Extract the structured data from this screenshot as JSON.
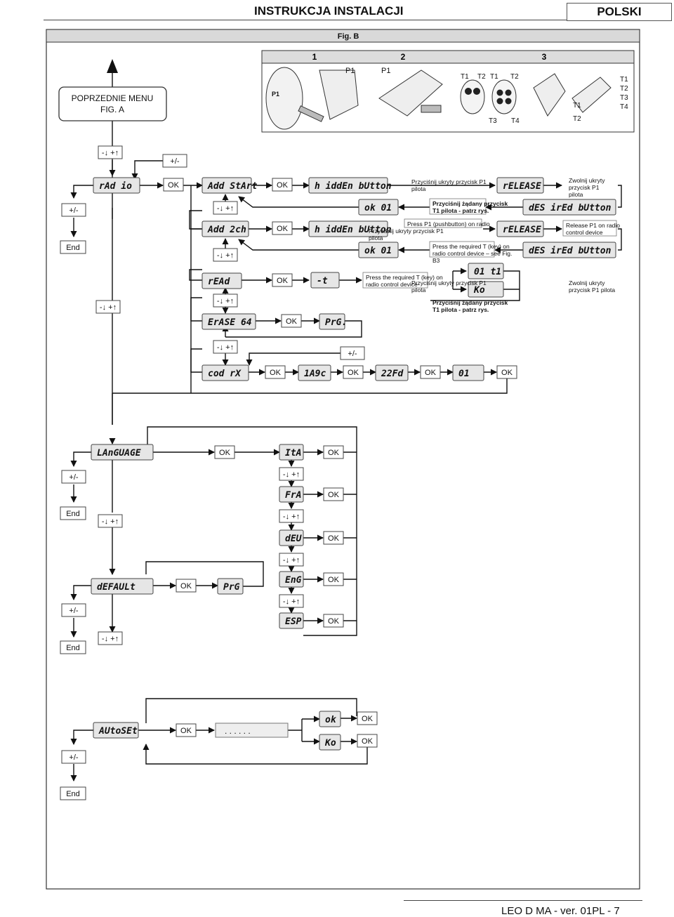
{
  "header": {
    "title": "INSTRUKCJA INSTALACJI",
    "language_tab": "POLSKI"
  },
  "figure": {
    "label": "Fig. B",
    "panels": [
      "1",
      "2",
      "3"
    ]
  },
  "prev_menu": {
    "line1": "POPRZEDNIE MENU",
    "line2": "FIG. A"
  },
  "panel_labels": {
    "p1": "P1",
    "t1": "T1",
    "t2": "T2",
    "t3": "T3",
    "t4": "T4"
  },
  "keys": {
    "down_up": "-↓ +↑",
    "plus_minus": "+/-",
    "ok": "OK",
    "end": "End"
  },
  "lcd": {
    "radio": "rAd io",
    "add_start": "Add StArt",
    "hidden_button": "h iddEn bUtton",
    "release": "rELEASE",
    "ok01": "ok 01",
    "desired_button": "dES irEd bUtton",
    "add_2ch": "Add 2ch",
    "read": "rEAd",
    "dash_t": "-t",
    "t01t1": "01 t1",
    "ko": "Ko",
    "erase64": "ErASE 64",
    "prg_dot": "PrG.",
    "cod_rx": "cod rX",
    "c1a9c": "1A9c",
    "c22fd": "22Fd",
    "c01": "01",
    "language": "LAnGUAGE",
    "ita": "ItA",
    "fra": "FrA",
    "deu": "dEU",
    "eng": "EnG",
    "esp": "ESP",
    "default": "dEFAULt",
    "prg": "PrG",
    "autoset": "AUtoSEt",
    "dots": ". . .   . . .",
    "ok_small": "ok"
  },
  "notes": {
    "press_hidden": "Przyciśnij ukryty przycisk P1 pilota",
    "release_hidden": "Zwolnij ukryty przycisk P1 pilota",
    "press_desired": "Przyciśnij żądany przycisk T1 pilota - patrz rys.",
    "press_p1_en": "Press P1 (pushbutton) on radio",
    "press_hidden_2": "Przyciśnij ukryty przycisk P1 pilota",
    "release_p1_en": "Release P1 on radio control device",
    "press_required_en": "Press the required T (key) on radio control device – see Fig. B3",
    "press_required_en_short": "Press the required T (key) on radio control device",
    "press_hidden_3": "Przyciśnij ukryty przycisk P1 pilota",
    "release_hidden_2": "Zwolnij ukryty przycisk P1 pilota",
    "press_desired_2": "Przyciśnij żądany przycisk T1 pilota - patrz rys.",
    "fig_b3_fragment": "g. B3"
  },
  "footer": {
    "text": "LEO D MA - ver. 01PL - 7"
  }
}
